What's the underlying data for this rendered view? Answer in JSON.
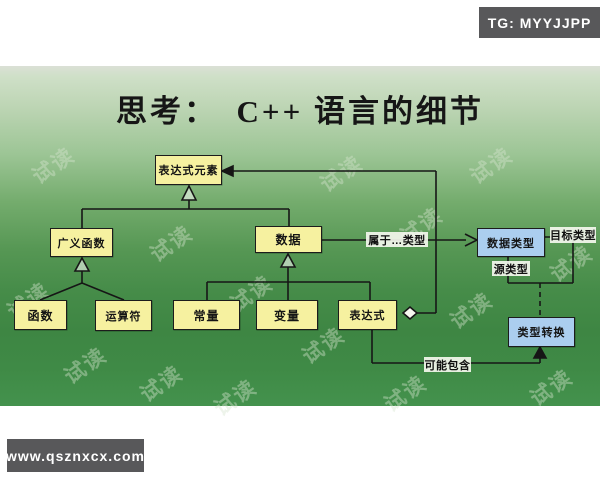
{
  "overlays": {
    "top_right_badge": "TG: MYYJJPP",
    "bottom_left_badge": "www.qsznxcx.com",
    "watermark_text": "试读"
  },
  "slide": {
    "title": "思考：　C++ 语言的细节",
    "colors": {
      "yellow_node_fill": "#f6f1a0",
      "blue_node_fill": "#abceef",
      "node_border": "#1c1c1c",
      "badge_background": "#58585a",
      "slide_green_dark": "#3e8643",
      "slide_green_light": "#cfe0c8",
      "edge_label_background": "#f4f7ee"
    },
    "diagram": {
      "nodes": [
        {
          "id": "expression-element",
          "label": "表达式元素",
          "style": "yellow"
        },
        {
          "id": "generalized-function",
          "label": "广义函数",
          "style": "yellow"
        },
        {
          "id": "data",
          "label": "数据",
          "style": "yellow"
        },
        {
          "id": "function",
          "label": "函数",
          "style": "yellow"
        },
        {
          "id": "operator",
          "label": "运算符",
          "style": "yellow"
        },
        {
          "id": "constant",
          "label": "常量",
          "style": "yellow"
        },
        {
          "id": "variable",
          "label": "变量",
          "style": "yellow"
        },
        {
          "id": "expression",
          "label": "表达式",
          "style": "yellow"
        },
        {
          "id": "data-type",
          "label": "数据类型",
          "style": "blue"
        },
        {
          "id": "type-conversion",
          "label": "类型转换",
          "style": "blue"
        }
      ],
      "edge_labels": [
        {
          "id": "belongs-to-type",
          "label": "属于…类型"
        },
        {
          "id": "target-type",
          "label": "目标类型"
        },
        {
          "id": "source-type",
          "label": "源类型"
        },
        {
          "id": "may-contain",
          "label": "可能包含"
        }
      ]
    }
  }
}
